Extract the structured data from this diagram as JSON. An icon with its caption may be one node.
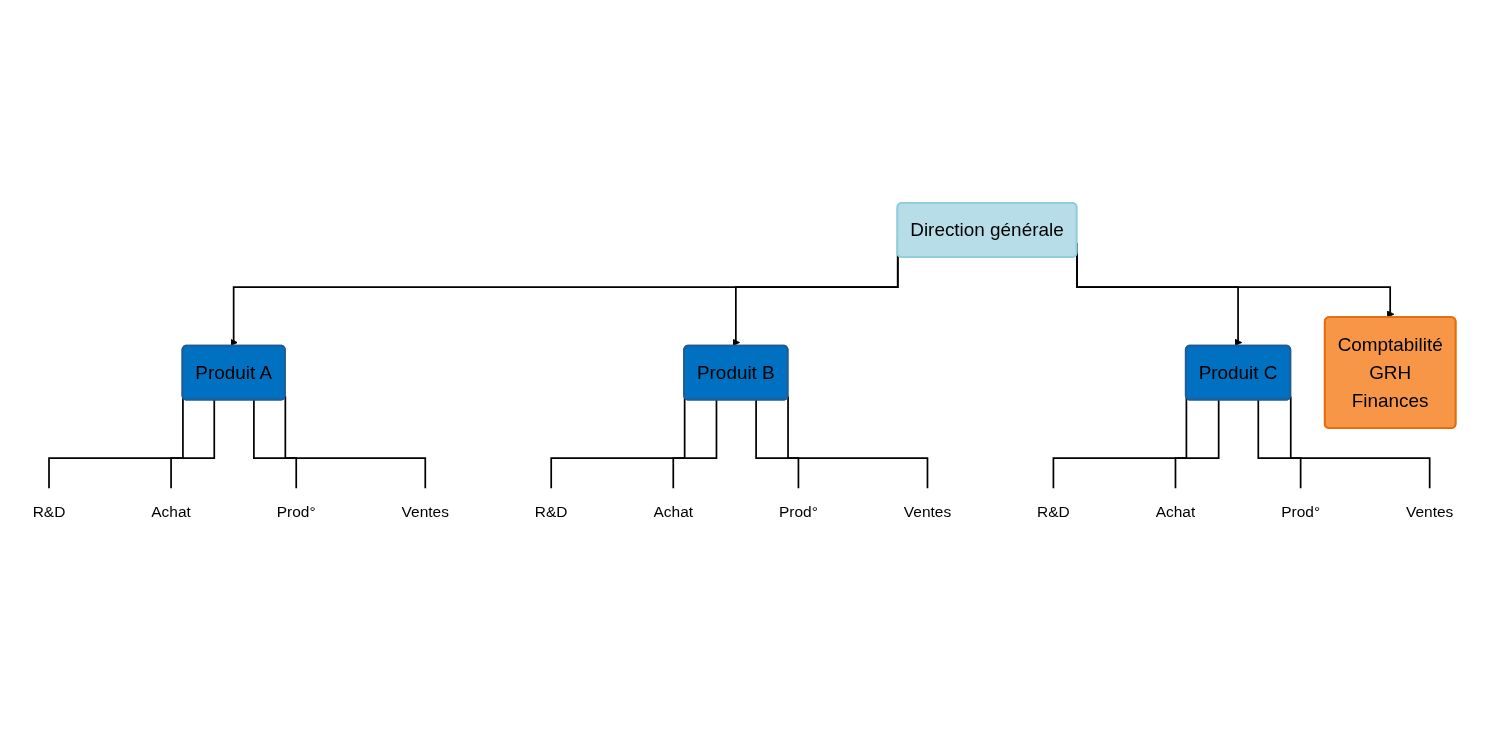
{
  "diagram": {
    "nodes": [
      {
        "text": [
          "Comptabilité",
          "GRH",
          "Finances"
        ]
      },
      {
        "text": [
          "Direction générale"
        ]
      },
      {
        "text": [
          "Produit A"
        ]
      },
      {
        "text": [
          "Produit B"
        ]
      },
      {
        "text": [
          "Produit C"
        ]
      },
      {
        "text": [
          "R&D"
        ]
      },
      {
        "text": [
          "Achat"
        ]
      },
      {
        "text": [
          "Prod°"
        ]
      },
      {
        "text": [
          "Ventes"
        ]
      },
      {
        "text": [
          "R&D"
        ]
      },
      {
        "text": [
          "Achat"
        ]
      },
      {
        "text": [
          "Prod°"
        ]
      },
      {
        "text": [
          "Ventes"
        ]
      },
      {
        "text": [
          "R&D"
        ]
      },
      {
        "text": [
          "Achat"
        ]
      },
      {
        "text": [
          "Prod°"
        ]
      },
      {
        "text": [
          "Ventes"
        ]
      }
    ],
    "edges": [
      {
        "from": 1,
        "to": 0,
        "arrow": "to"
      },
      {
        "from": 1,
        "to": 2,
        "arrow": "to"
      },
      {
        "from": 1,
        "to": 3,
        "arrow": "to"
      },
      {
        "from": 1,
        "to": 4,
        "arrow": "to"
      },
      {
        "from": 2,
        "to": 5,
        "arrow": "none"
      },
      {
        "from": 2,
        "to": 6,
        "arrow": "none"
      },
      {
        "from": 2,
        "to": 7,
        "arrow": "none"
      },
      {
        "from": 2,
        "to": 8,
        "arrow": "none"
      },
      {
        "from": 3,
        "to": 9,
        "arrow": "none"
      },
      {
        "from": 3,
        "to": 10,
        "arrow": "none"
      },
      {
        "from": 3,
        "to": 11,
        "arrow": "none"
      },
      {
        "from": 3,
        "to": 12,
        "arrow": "none"
      },
      {
        "from": 4,
        "to": 13,
        "arrow": "none"
      },
      {
        "from": 4,
        "to": 14,
        "arrow": "none"
      },
      {
        "from": 4,
        "to": 15,
        "arrow": "none"
      },
      {
        "from": 4,
        "to": 16,
        "arrow": "none"
      }
    ]
  }
}
